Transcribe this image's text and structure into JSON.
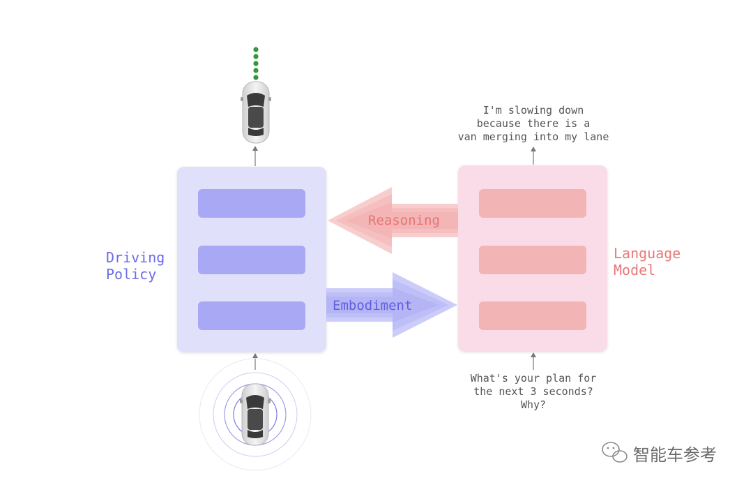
{
  "driving_policy": {
    "label_line1": "Driving",
    "label_line2": "Policy",
    "color": "#6b6be6",
    "box_color": "#e0e0fb",
    "bar_color": "#a8a8f4"
  },
  "language_model": {
    "label_line1": "Language",
    "label_line2": "Model",
    "color": "#e87878",
    "box_color": "#f9dce8",
    "bar_color": "#f2b4b4"
  },
  "arrows": {
    "reasoning_label": "Reasoning",
    "embodiment_label": "Embodiment"
  },
  "output_text": {
    "line1": "I'm slowing down",
    "line2": "because there is a",
    "line3": "van merging into my lane"
  },
  "input_text": {
    "line1": "What's your plan for",
    "line2": "the next 3 seconds?",
    "line3": "Why?"
  },
  "watermark": {
    "text": "智能车参考",
    "icon": "wechat-icon"
  }
}
